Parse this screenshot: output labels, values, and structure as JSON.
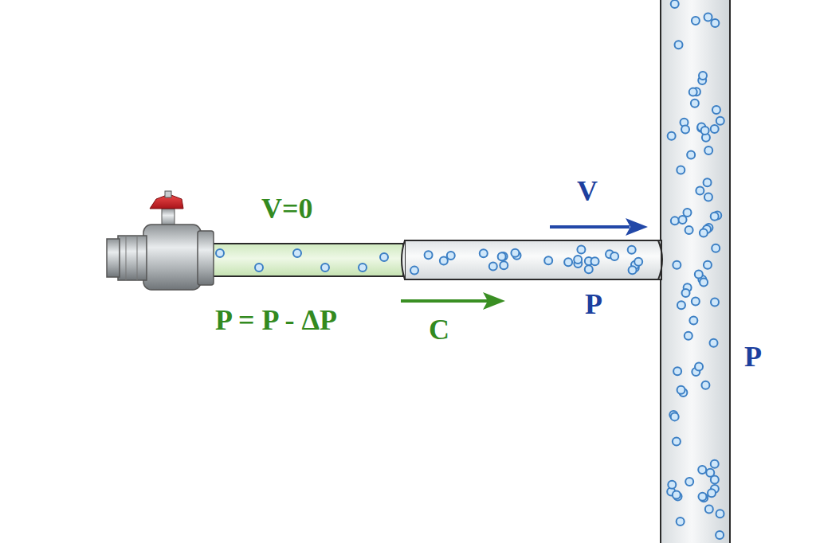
{
  "diagram": {
    "labels": [
      "V=0",
      "P = P - ΔP",
      "C",
      "V",
      "P",
      "P"
    ]
  }
}
